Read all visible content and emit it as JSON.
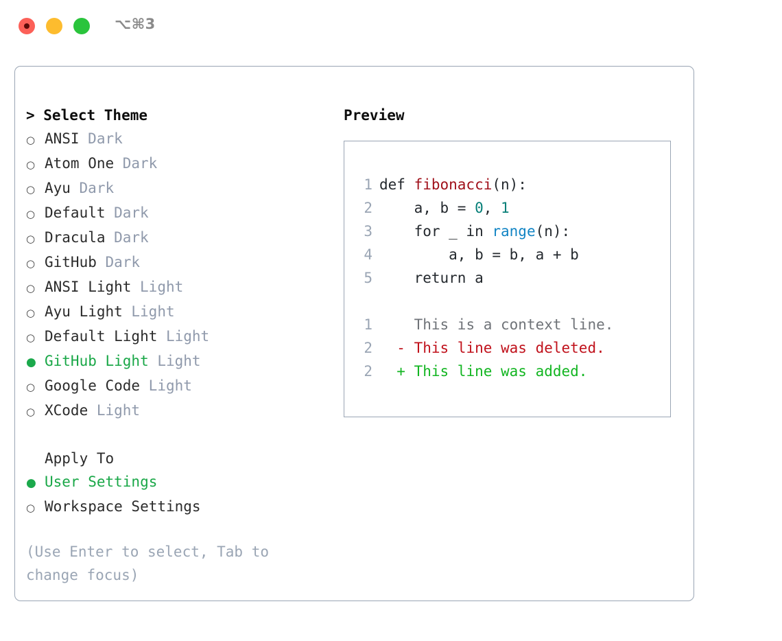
{
  "window": {
    "traffic_lights": [
      "close",
      "minimize",
      "maximize"
    ],
    "shortcut_label": "⌥⌘3"
  },
  "theme_panel": {
    "header": "> Select Theme",
    "prompt_marker": ">",
    "marker_off": "○",
    "marker_on": "●",
    "options": [
      {
        "label": "ANSI",
        "kind": "Dark",
        "selected": false
      },
      {
        "label": "Atom One",
        "kind": "Dark",
        "selected": false
      },
      {
        "label": "Ayu",
        "kind": "Dark",
        "selected": false
      },
      {
        "label": "Default",
        "kind": "Dark",
        "selected": false
      },
      {
        "label": "Dracula",
        "kind": "Dark",
        "selected": false
      },
      {
        "label": "GitHub",
        "kind": "Dark",
        "selected": false
      },
      {
        "label": "ANSI Light",
        "kind": "Light",
        "selected": false
      },
      {
        "label": "Ayu Light",
        "kind": "Light",
        "selected": false
      },
      {
        "label": "Default Light",
        "kind": "Light",
        "selected": false
      },
      {
        "label": "GitHub Light",
        "kind": "Light",
        "selected": true
      },
      {
        "label": "Google Code",
        "kind": "Light",
        "selected": false
      },
      {
        "label": "XCode",
        "kind": "Light",
        "selected": false
      }
    ],
    "apply_to": {
      "header": "Apply To",
      "options": [
        {
          "label": "User Settings",
          "selected": true
        },
        {
          "label": "Workspace Settings",
          "selected": false
        }
      ]
    },
    "hint": "(Use Enter to select, Tab to change focus)"
  },
  "preview": {
    "header": "Preview",
    "code_lines": [
      {
        "num": "1",
        "tokens": [
          {
            "t": "def ",
            "c": "tok-plain"
          },
          {
            "t": "fibonacci",
            "c": "tok-fn"
          },
          {
            "t": "(n):",
            "c": "tok-plain"
          }
        ]
      },
      {
        "num": "2",
        "tokens": [
          {
            "t": "    a, b = ",
            "c": "tok-plain"
          },
          {
            "t": "0",
            "c": "tok-num"
          },
          {
            "t": ", ",
            "c": "tok-plain"
          },
          {
            "t": "1",
            "c": "tok-num"
          }
        ]
      },
      {
        "num": "3",
        "tokens": [
          {
            "t": "    for _ in ",
            "c": "tok-plain"
          },
          {
            "t": "range",
            "c": "tok-call"
          },
          {
            "t": "(n):",
            "c": "tok-plain"
          }
        ]
      },
      {
        "num": "4",
        "tokens": [
          {
            "t": "        a, b = b, a + b",
            "c": "tok-plain"
          }
        ]
      },
      {
        "num": "5",
        "tokens": [
          {
            "t": "    return a",
            "c": "tok-plain"
          }
        ]
      }
    ],
    "diff_lines": [
      {
        "num": "1",
        "sign": " ",
        "text": " This is a context line.",
        "cls": "diff-ctx"
      },
      {
        "num": "2",
        "sign": "-",
        "text": " This line was deleted.",
        "cls": "diff-del"
      },
      {
        "num": "2",
        "sign": "+",
        "text": " This line was added.",
        "cls": "diff-add"
      }
    ]
  },
  "colors": {
    "accent_green": "#19a747",
    "muted_blue_gray": "#8f99ab",
    "border": "#9aa5b4",
    "fn_red": "#a0111b",
    "number_teal": "#067f78",
    "call_blue": "#1184c4",
    "diff_delete": "#c0111b",
    "diff_add": "#12b521",
    "traffic_red": "#fc6058",
    "traffic_yellow": "#fdbc2e",
    "traffic_green": "#2ac43c"
  }
}
